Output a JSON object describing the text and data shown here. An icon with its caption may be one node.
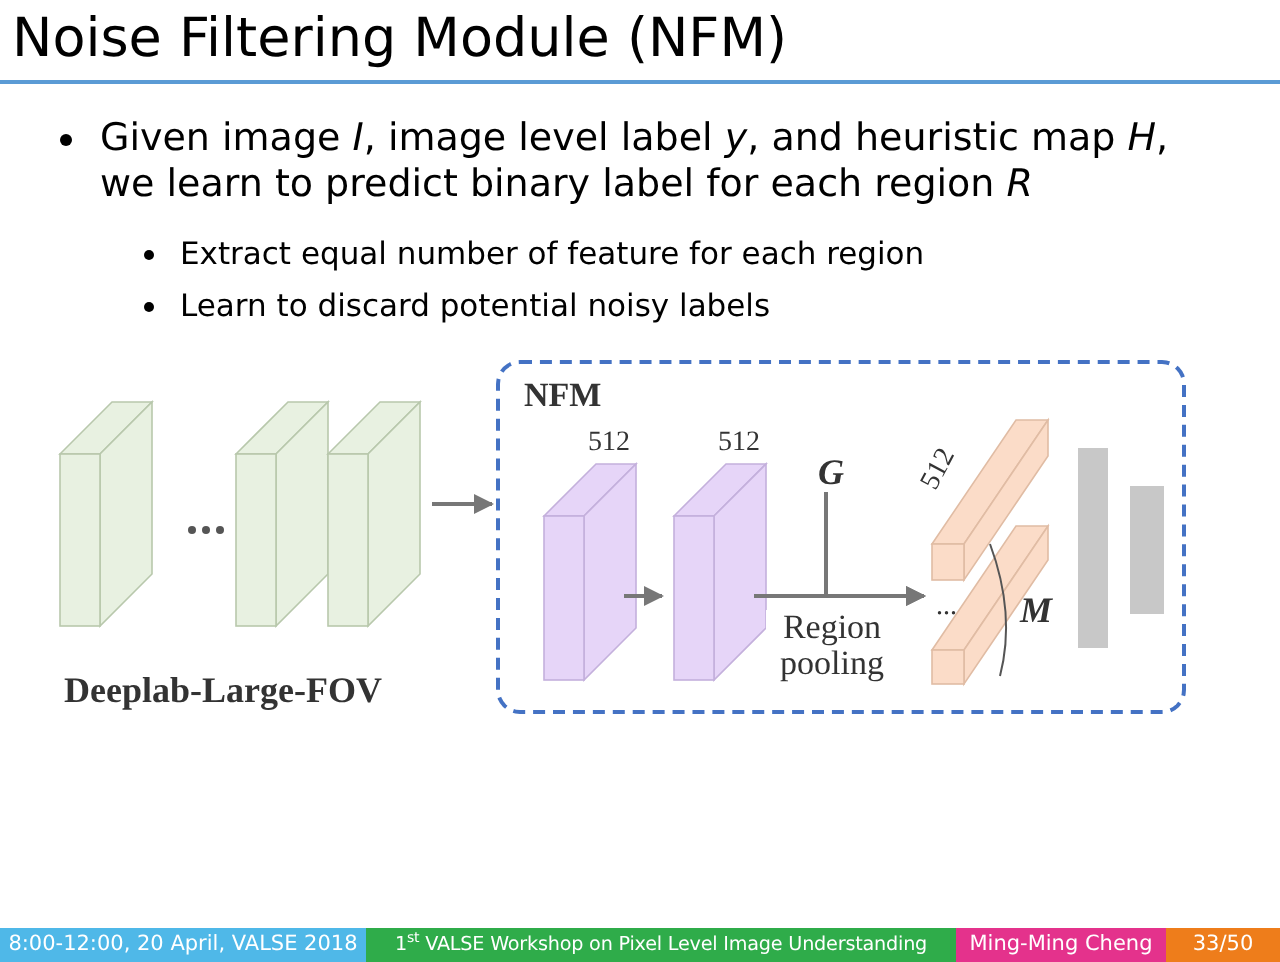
{
  "diagram": {
    "title": "Noise Filtering Module (NFM)",
    "nodes": [
      {
        "text": [
          "Deeplab-Large-FOV"
        ]
      },
      {
        "text": [
          "NFM"
        ]
      },
      {
        "text": [
          "512"
        ],
        "in": 1
      },
      {
        "text": [
          "512"
        ],
        "in": 1
      },
      {
        "text": [
          "G"
        ],
        "in": 1
      },
      {
        "text": [
          "512",
          "...",
          "M"
        ],
        "in": 1
      }
    ],
    "edges": [
      {
        "from": 0,
        "to": 1,
        "arrow": "to"
      },
      {
        "from": 2,
        "to": 3,
        "arrow": "to"
      },
      {
        "from": 3,
        "to": 5,
        "arrow": "to",
        "label": "Region pooling"
      },
      {
        "from": 4,
        "to": 5,
        "arrow": "to"
      }
    ],
    "labels": [
      "Given image *I*, image level label *y*, and heuristic map *H*, we learn to predict binary label for each region *R*",
      "Extract equal number of feature for each region",
      "Learn to discard potential noisy labels",
      "8:00-12:00, 20 April, VALSE 2018",
      "1$^{st}$ VALSE Workshop on Pixel Level Image Understanding",
      "Ming-Ming Cheng",
      "33/50"
    ]
  }
}
